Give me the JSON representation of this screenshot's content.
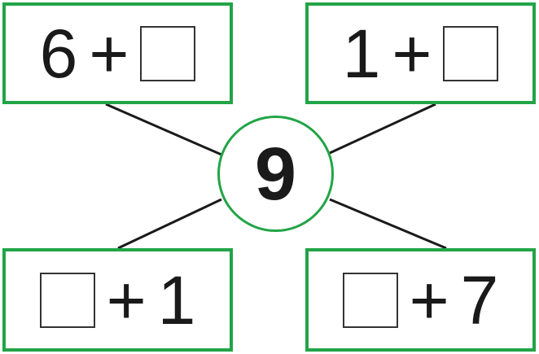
{
  "colors": {
    "box_border": "#22a447",
    "circle_border": "#22a447",
    "text": "#1a1a1a",
    "lines": "#1a1a1a"
  },
  "center": {
    "value": "9"
  },
  "expressions": {
    "top_left": {
      "left": "6",
      "operator": "+",
      "right": "blank"
    },
    "top_right": {
      "left": "1",
      "operator": "+",
      "right": "blank"
    },
    "bottom_left": {
      "left": "blank",
      "operator": "+",
      "right": "1"
    },
    "bottom_right": {
      "left": "blank",
      "operator": "+",
      "right": "7"
    }
  }
}
